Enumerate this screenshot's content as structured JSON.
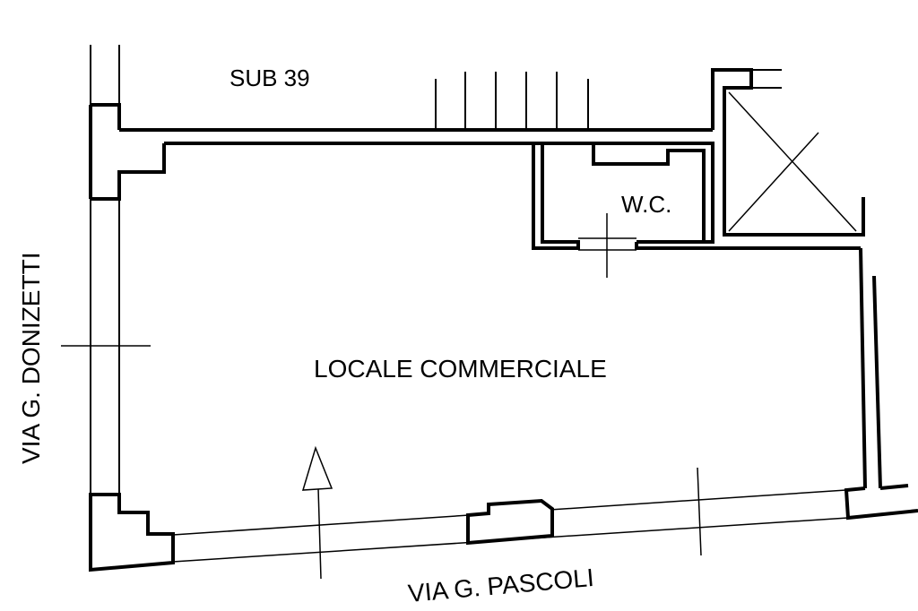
{
  "labels": {
    "adjacent_unit": "SUB 39",
    "wc": "W.C.",
    "main_room": "LOCALE COMMERCIALE",
    "street_west": "VIA G. DONIZETTI",
    "street_south": "VIA G. PASCOLI"
  },
  "colors": {
    "line": "#000000",
    "background": "#ffffff"
  }
}
